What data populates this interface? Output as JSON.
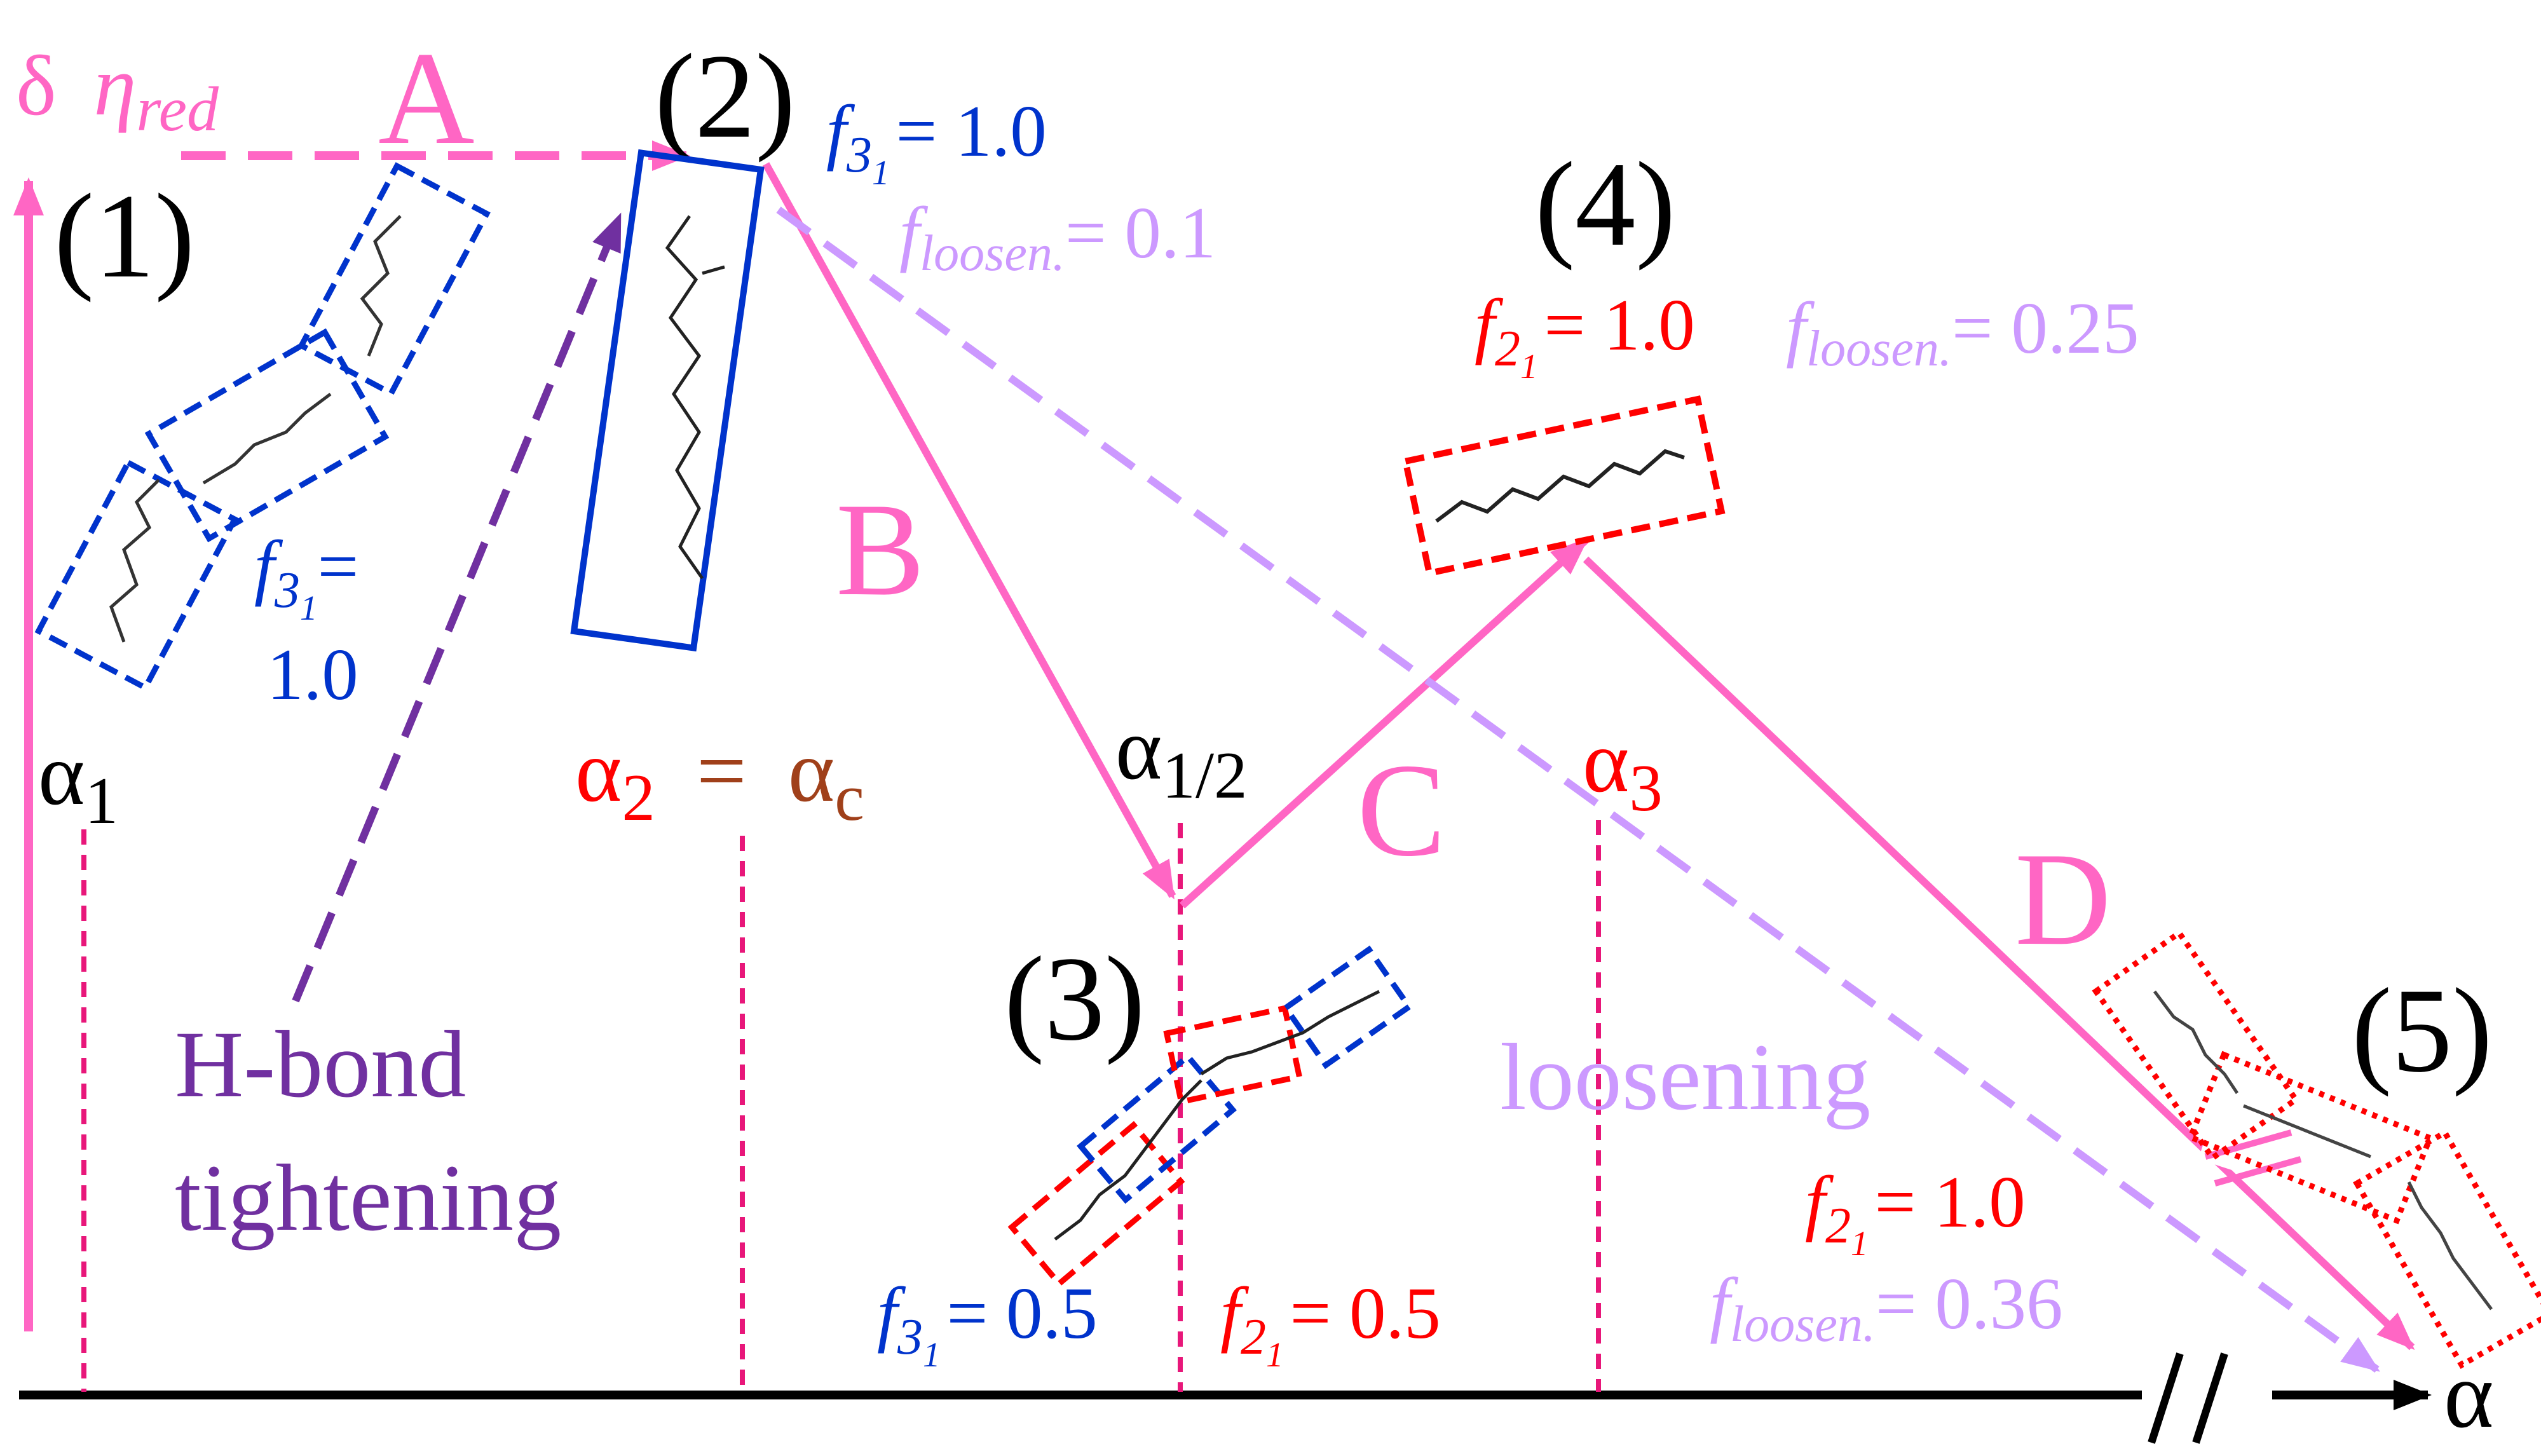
{
  "colors": {
    "pink": "#ff66c4",
    "dark_pink": "#e8177a",
    "lavender": "#cc99ff",
    "purple": "#7030a0",
    "blue": "#0033cc",
    "red": "#ff0000",
    "brown": "#a0401a",
    "black": "#000000"
  },
  "axes": {
    "y_label_delta": "δ",
    "y_label_eta": "η",
    "y_label_sub": "red",
    "x_label": "α",
    "break_mark": "//"
  },
  "stages": {
    "s1": "(1)",
    "s2": "(2)",
    "s3": "(3)",
    "s4": "(4)",
    "s5": "(5)"
  },
  "arrow_labels": {
    "A": "A",
    "B": "B",
    "C": "C",
    "D": "D"
  },
  "alpha_marks": {
    "a1_symbol": "α",
    "a1_sub": "1",
    "a2_symbol": "α",
    "a2_sub": "2",
    "equals": "=",
    "ac_symbol": "α",
    "ac_sub": "c",
    "ahalf_symbol": "α",
    "ahalf_sub": "1/2",
    "a3_symbol": "α",
    "a3_sub": "3"
  },
  "annotations": {
    "hbond_line1": "H-bond",
    "hbond_line2": "tightening",
    "loosening": "loosening"
  },
  "fractions": {
    "f_symbol": "f",
    "sub_3": "3",
    "sub_2": "2",
    "sub_1": "1",
    "loosen_sub": "loosen.",
    "s1_f31_eq": "=",
    "s1_f31_val": "1.0",
    "s2_f31": "= 1.0",
    "s2_loosen": "= 0.1",
    "s3_f31": "= 0.5",
    "s3_f21": "= 0.5",
    "s4_f21": "= 1.0",
    "s4_loosen": "= 0.25",
    "s5_f21": "= 1.0",
    "s5_loosen": "= 0.36"
  }
}
